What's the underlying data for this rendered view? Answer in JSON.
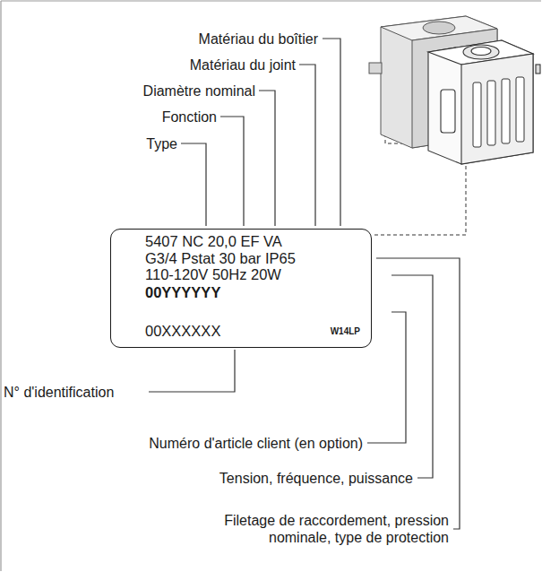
{
  "diagram": {
    "nodes": [
      {
        "text": [
          "5407 NC 20,0 EF VA",
          "G3/4 Pstat 30 bar IP65",
          "110-120V 50Hz 20W",
          "00YYYYYY",
          "00XXXXXX",
          "W14LP"
        ]
      }
    ],
    "labels": [
      "Matériau du boîtier",
      "Matériau du joint",
      "Diamètre nominal",
      "Fonction",
      "Type",
      "N° d'identification",
      "Numéro d'article client (en option)",
      "Tension, fréquence, puissance",
      "Filetage de raccordement, pression nominale, type de protection"
    ]
  }
}
